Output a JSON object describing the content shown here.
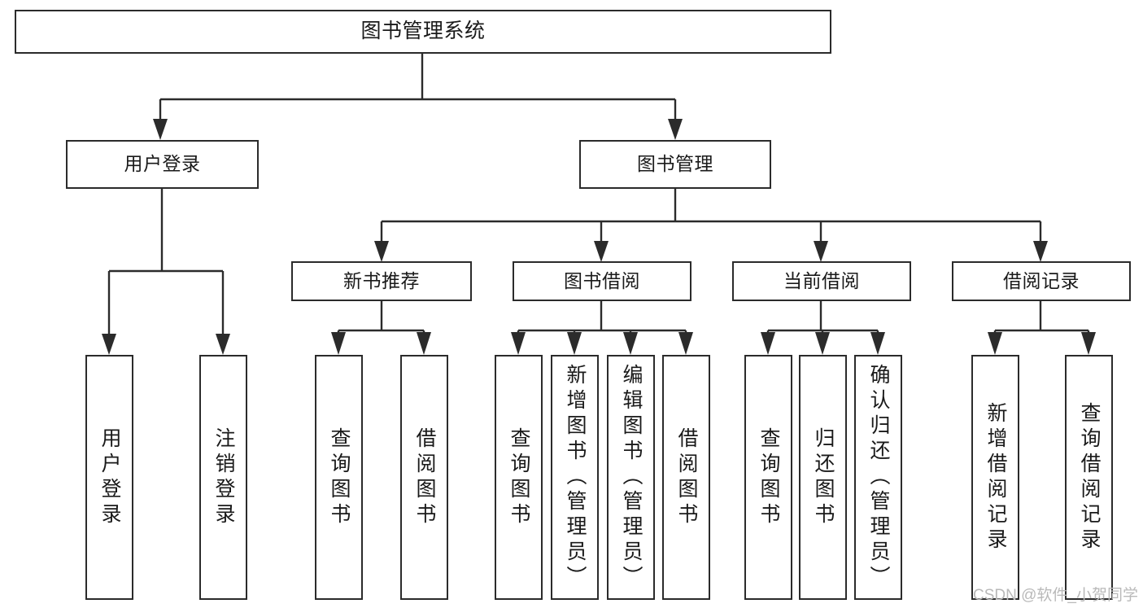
{
  "diagram": {
    "title": "图书管理系统",
    "type": "tree",
    "watermark": "CSDN @软件_小贺同学",
    "colors": {
      "box_border": "#2b2b2b",
      "box_fill": "#ffffff",
      "connector": "#2b2b2b",
      "text": "#1a1a1a",
      "watermark": "#b9b9b9",
      "background": "#ffffff"
    },
    "nodes": {
      "root": {
        "label": "图书管理系统",
        "level": 1,
        "orientation": "horizontal"
      },
      "l2_user_login": {
        "label": "用户登录",
        "level": 2,
        "orientation": "horizontal"
      },
      "l2_book_manage": {
        "label": "图书管理",
        "level": 2,
        "orientation": "horizontal"
      },
      "l3_new_book_rec": {
        "label": "新书推荐",
        "level": 3,
        "orientation": "horizontal"
      },
      "l3_book_borrow": {
        "label": "图书借阅",
        "level": 3,
        "orientation": "horizontal"
      },
      "l3_current_borrow": {
        "label": "当前借阅",
        "level": 3,
        "orientation": "horizontal"
      },
      "l3_borrow_record": {
        "label": "借阅记录",
        "level": 3,
        "orientation": "horizontal"
      },
      "leaf_user_login": {
        "label": "用户登录",
        "level": 4,
        "orientation": "vertical"
      },
      "leaf_logout": {
        "label": "注销登录",
        "level": 4,
        "orientation": "vertical"
      },
      "leaf_query_book_1": {
        "label": "查询图书",
        "level": 4,
        "orientation": "vertical"
      },
      "leaf_borrow_book_1": {
        "label": "借阅图书",
        "level": 4,
        "orientation": "vertical"
      },
      "leaf_query_book_2": {
        "label": "查询图书",
        "level": 4,
        "orientation": "vertical"
      },
      "leaf_add_book_admin": {
        "label": "新增图书（管理员）",
        "level": 4,
        "orientation": "vertical"
      },
      "leaf_edit_book_admin": {
        "label": "编辑图书（管理员）",
        "level": 4,
        "orientation": "vertical"
      },
      "leaf_borrow_book_2": {
        "label": "借阅图书",
        "level": 4,
        "orientation": "vertical"
      },
      "leaf_query_book_3": {
        "label": "查询图书",
        "level": 4,
        "orientation": "vertical"
      },
      "leaf_return_book": {
        "label": "归还图书",
        "level": 4,
        "orientation": "vertical"
      },
      "leaf_confirm_return_admin": {
        "label": "确认归还（管理员）",
        "level": 4,
        "orientation": "vertical"
      },
      "leaf_add_record": {
        "label": "新增借阅记录",
        "level": 4,
        "orientation": "vertical"
      },
      "leaf_query_record": {
        "label": "查询借阅记录",
        "level": 4,
        "orientation": "vertical"
      }
    },
    "edges": [
      {
        "from": "root",
        "to": "l2_user_login"
      },
      {
        "from": "root",
        "to": "l2_book_manage"
      },
      {
        "from": "l2_user_login",
        "to": "leaf_user_login"
      },
      {
        "from": "l2_user_login",
        "to": "leaf_logout"
      },
      {
        "from": "l2_book_manage",
        "to": "l3_new_book_rec"
      },
      {
        "from": "l2_book_manage",
        "to": "l3_book_borrow"
      },
      {
        "from": "l2_book_manage",
        "to": "l3_current_borrow"
      },
      {
        "from": "l2_book_manage",
        "to": "l3_borrow_record"
      },
      {
        "from": "l3_new_book_rec",
        "to": "leaf_query_book_1"
      },
      {
        "from": "l3_new_book_rec",
        "to": "leaf_borrow_book_1"
      },
      {
        "from": "l3_book_borrow",
        "to": "leaf_query_book_2"
      },
      {
        "from": "l3_book_borrow",
        "to": "leaf_add_book_admin"
      },
      {
        "from": "l3_book_borrow",
        "to": "leaf_edit_book_admin"
      },
      {
        "from": "l3_book_borrow",
        "to": "leaf_borrow_book_2"
      },
      {
        "from": "l3_current_borrow",
        "to": "leaf_query_book_3"
      },
      {
        "from": "l3_current_borrow",
        "to": "leaf_return_book"
      },
      {
        "from": "l3_current_borrow",
        "to": "leaf_confirm_return_admin"
      },
      {
        "from": "l3_borrow_record",
        "to": "leaf_add_record"
      },
      {
        "from": "l3_borrow_record",
        "to": "leaf_query_record"
      }
    ]
  }
}
